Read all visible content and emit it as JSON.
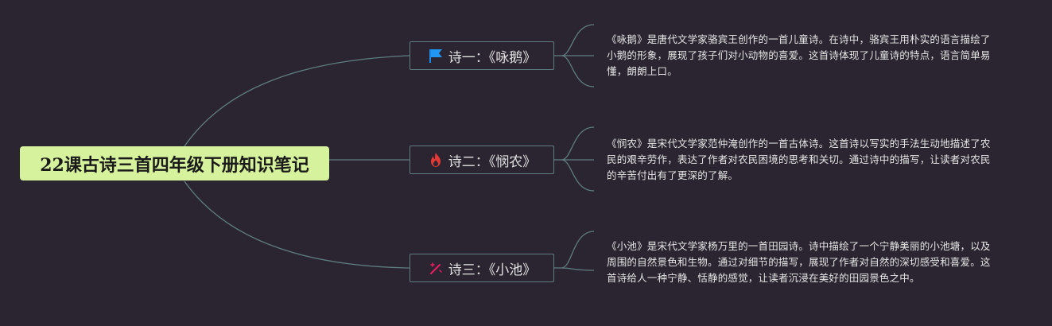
{
  "root": {
    "title": "22课古诗三首四年级下册知识笔记"
  },
  "branches": [
    {
      "icon": "flag-icon",
      "icon_color": "#2196f3",
      "label": "诗一：《咏鹅》",
      "note": "《咏鹅》是唐代文学家骆宾王创作的一首儿童诗。在诗中，骆宾王用朴实的语言描绘了小鹅的形象，展现了孩子们对小动物的喜爱。这首诗体现了儿童诗的特点，语言简单易懂，朗朗上口。"
    },
    {
      "icon": "fire-icon",
      "icon_color": "#e53935",
      "label": "诗二：《悯农》",
      "note": "《悯农》是宋代文学家范仲淹创作的一首古体诗。这首诗以写实的手法生动地描述了农民的艰辛劳作，表达了作者对农民困境的思考和关切。通过诗中的描写，让读者对农民的辛苦付出有了更深的了解。"
    },
    {
      "icon": "magic-wand-icon",
      "icon_color": "#e91e63",
      "label": "诗三：《小池》",
      "note": "《小池》是宋代文学家杨万里的一首田园诗。诗中描绘了一个宁静美丽的小池塘，以及周围的自然景色和生物。通过对细节的描写，展现了作者对自然的深切感受和喜爱。这首诗给人一种宁静、恬静的感觉，让读者沉浸在美好的田园景色之中。"
    }
  ],
  "colors": {
    "background": "#2a2530",
    "root_fill": "#d6f29c",
    "connector": "#5f7d80"
  }
}
